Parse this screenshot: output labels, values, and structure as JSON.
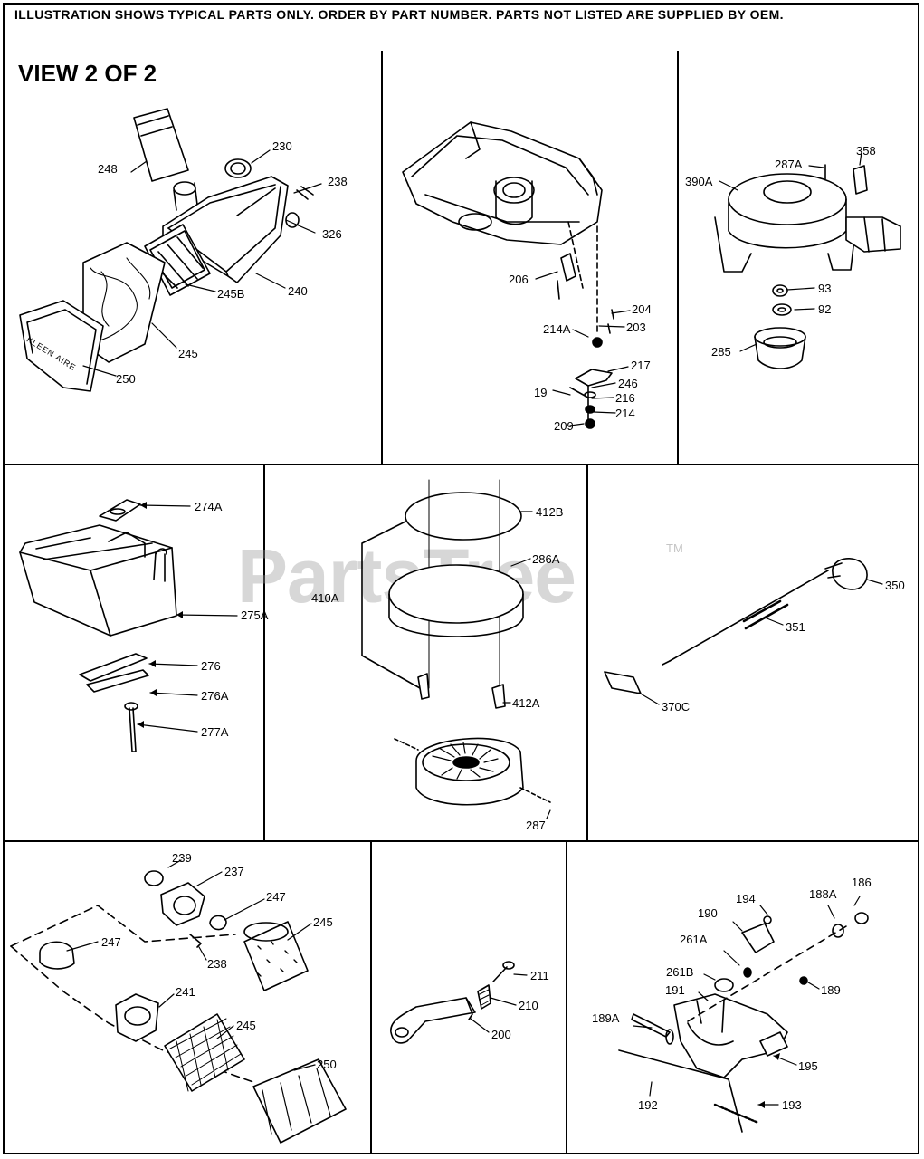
{
  "header": "ILLUSTRATION SHOWS TYPICAL PARTS ONLY. ORDER BY PART NUMBER. PARTS NOT LISTED ARE SUPPLIED BY OEM.",
  "view_title": "VIEW 2 OF 2",
  "watermark": "PartsTree",
  "trademark": "TM",
  "panels": {
    "air_cleaner_box": [
      "248",
      "230",
      "238",
      "326",
      "240",
      "245B",
      "245",
      "250"
    ],
    "governor_plate": [
      "206",
      "204",
      "203",
      "214A",
      "217",
      "246",
      "19",
      "216",
      "214",
      "209"
    ],
    "rewind_starter_top": [
      "287A",
      "358",
      "390A",
      "93",
      "92",
      "285"
    ],
    "muffler": [
      "274A",
      "275A",
      "276",
      "276A",
      "277A"
    ],
    "rewind_starter_side": [
      "412B",
      "286A",
      "410A",
      "412A",
      "287"
    ],
    "choke_cable": [
      "350",
      "351",
      "370C"
    ],
    "air_cleaner_cylinder": [
      "239",
      "237",
      "247",
      "247",
      "245",
      "238",
      "241",
      "245",
      "250"
    ],
    "throttle_lever": [
      "211",
      "210",
      "200"
    ],
    "control_bracket": [
      "186",
      "188A",
      "194",
      "190",
      "261A",
      "261B",
      "189",
      "191",
      "189A",
      "195",
      "192",
      "193"
    ]
  },
  "cleaner_text": "KLEEN AIRE"
}
